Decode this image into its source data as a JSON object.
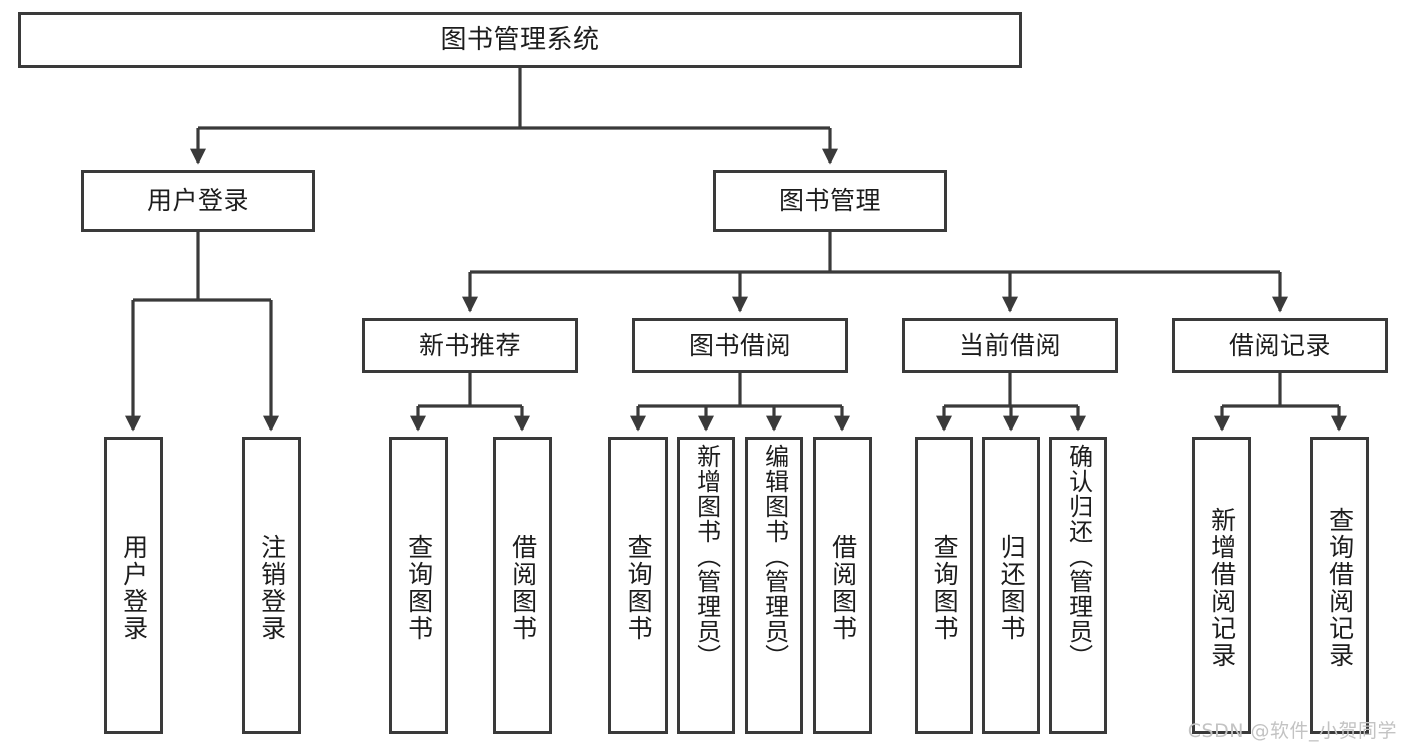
{
  "diagram": {
    "title": "图书管理系统",
    "type": "tree",
    "root": {
      "id": "root",
      "label": "图书管理系统"
    },
    "level2": [
      {
        "id": "user-login",
        "label": "用户登录"
      },
      {
        "id": "book-manage",
        "label": "图书管理"
      }
    ],
    "level3": [
      {
        "id": "new-book-rec",
        "label": "新书推荐",
        "parent": "book-manage"
      },
      {
        "id": "book-borrow",
        "label": "图书借阅",
        "parent": "book-manage"
      },
      {
        "id": "current-borrow",
        "label": "当前借阅",
        "parent": "book-manage"
      },
      {
        "id": "borrow-record",
        "label": "借阅记录",
        "parent": "book-manage"
      }
    ],
    "leaves": {
      "user_login": [
        {
          "id": "leaf-user-login",
          "label": "用户登录"
        },
        {
          "id": "leaf-logout",
          "label": "注销登录"
        }
      ],
      "new_book_rec": [
        {
          "id": "leaf-query-book-1",
          "label": "查询图书"
        },
        {
          "id": "leaf-borrow-book-1",
          "label": "借阅图书"
        }
      ],
      "book_borrow": [
        {
          "id": "leaf-query-book-2",
          "label": "查询图书"
        },
        {
          "id": "leaf-add-book",
          "label": "新增图书（管理员）"
        },
        {
          "id": "leaf-edit-book",
          "label": "编辑图书（管理员）"
        },
        {
          "id": "leaf-borrow-book-2",
          "label": "借阅图书"
        }
      ],
      "current_borrow": [
        {
          "id": "leaf-query-book-3",
          "label": "查询图书"
        },
        {
          "id": "leaf-return-book",
          "label": "归还图书"
        },
        {
          "id": "leaf-confirm-return",
          "label": "确认归还（管理员）"
        }
      ],
      "borrow_record": [
        {
          "id": "leaf-add-record",
          "label": "新增借阅记录"
        },
        {
          "id": "leaf-query-record",
          "label": "查询借阅记录"
        }
      ]
    }
  },
  "watermark": {
    "text": "CSDN @软件_小贺同学"
  },
  "colors": {
    "box_border": "#3a3a3a",
    "box_fill": "#ffffff",
    "edge": "#3a3a3a",
    "text": "#1d1d1d",
    "watermark": "#c3c3c3",
    "background": "#ffffff"
  }
}
